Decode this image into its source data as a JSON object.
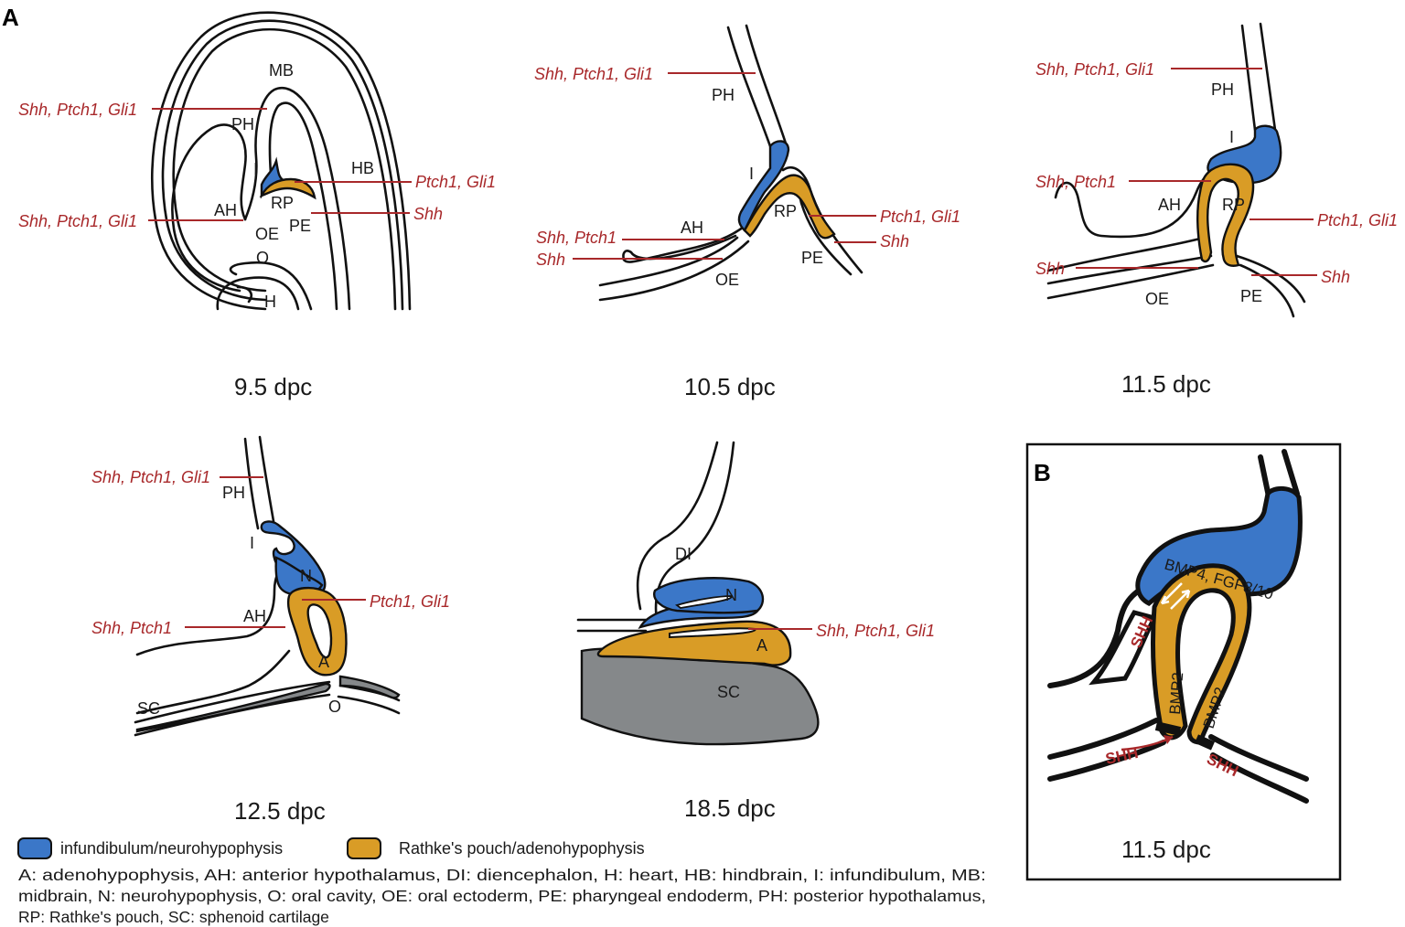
{
  "panels": {
    "a": "A",
    "b": "B"
  },
  "colors": {
    "infundibulum": "#3b77c8",
    "rathke": "#d99c26",
    "cartilage": "#85888a",
    "gene": "#a8282a"
  },
  "stages": {
    "s95": "9.5 dpc",
    "s105": "10.5 dpc",
    "s115": "11.5 dpc",
    "s125": "12.5 dpc",
    "s185": "18.5 dpc",
    "b115": "11.5 dpc"
  },
  "genes": {
    "sp": "Shh, Ptch1, Gli1",
    "pg": "Ptch1, Gli1",
    "s": "Shh",
    "shp": "Shh, Ptch1"
  },
  "labels": {
    "MB": "MB",
    "PH": "PH",
    "I": "I",
    "HB": "HB",
    "RP": "RP",
    "AH": "AH",
    "OE": "OE",
    "PE": "PE",
    "O": "O",
    "H": "H",
    "N": "N",
    "A": "A",
    "SC": "SC",
    "DI": "DI"
  },
  "panel_b": {
    "shh": "SHH",
    "bmp_fgf": "BMP4, FGF8/10",
    "bmp2": "BMP2"
  },
  "legend": {
    "infundibulum": "infundibulum/neurohypophysis",
    "rathke": "Rathke's pouch/adenohypophysis"
  },
  "abbreviations": {
    "line1": "A: adenohypophysis, AH: anterior hypothalamus, DI: diencephalon, H: heart, HB: hindbrain, I: infundibulum, MB:",
    "line2": "midbrain, N: neurohypophysis, O: oral cavity, OE: oral ectoderm, PE: pharyngeal endoderm, PH: posterior hypothalamus,",
    "line3": "RP: Rathke's pouch, SC: sphenoid cartilage"
  }
}
